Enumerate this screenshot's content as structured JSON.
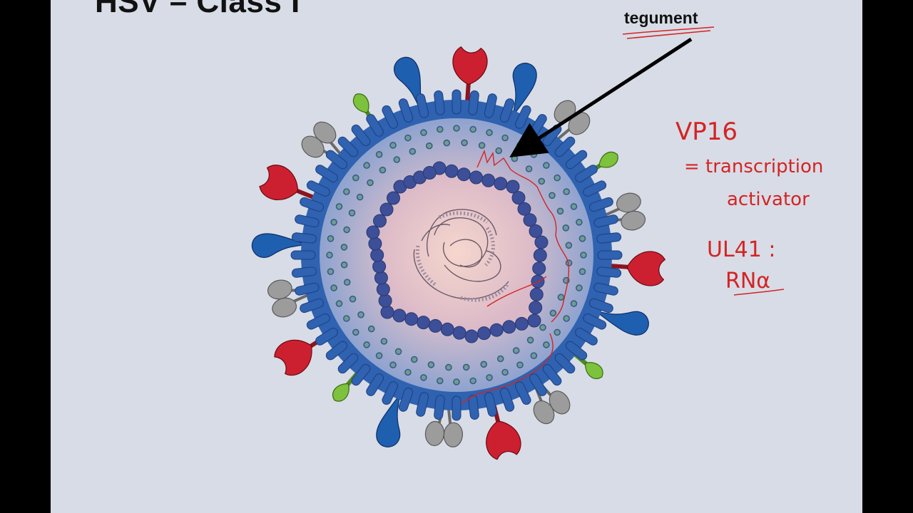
{
  "slide": {
    "title": "HSV – Class I",
    "callout_label": "tegument"
  },
  "annotations": {
    "line1": "VP16",
    "line2": "= transcription",
    "line3": "activator",
    "line4": "UL41 :",
    "line5": "RNα"
  },
  "colors": {
    "background": "#d8dce6",
    "envelope_blue": "#2f62b0",
    "capsid_blue": "#3c4f98",
    "spike_red": "#cc2030",
    "spike_blue": "#1f5fb0",
    "spike_green": "#7cc23c",
    "spike_gray": "#9c9c9c",
    "ink_red": "#d42424"
  }
}
